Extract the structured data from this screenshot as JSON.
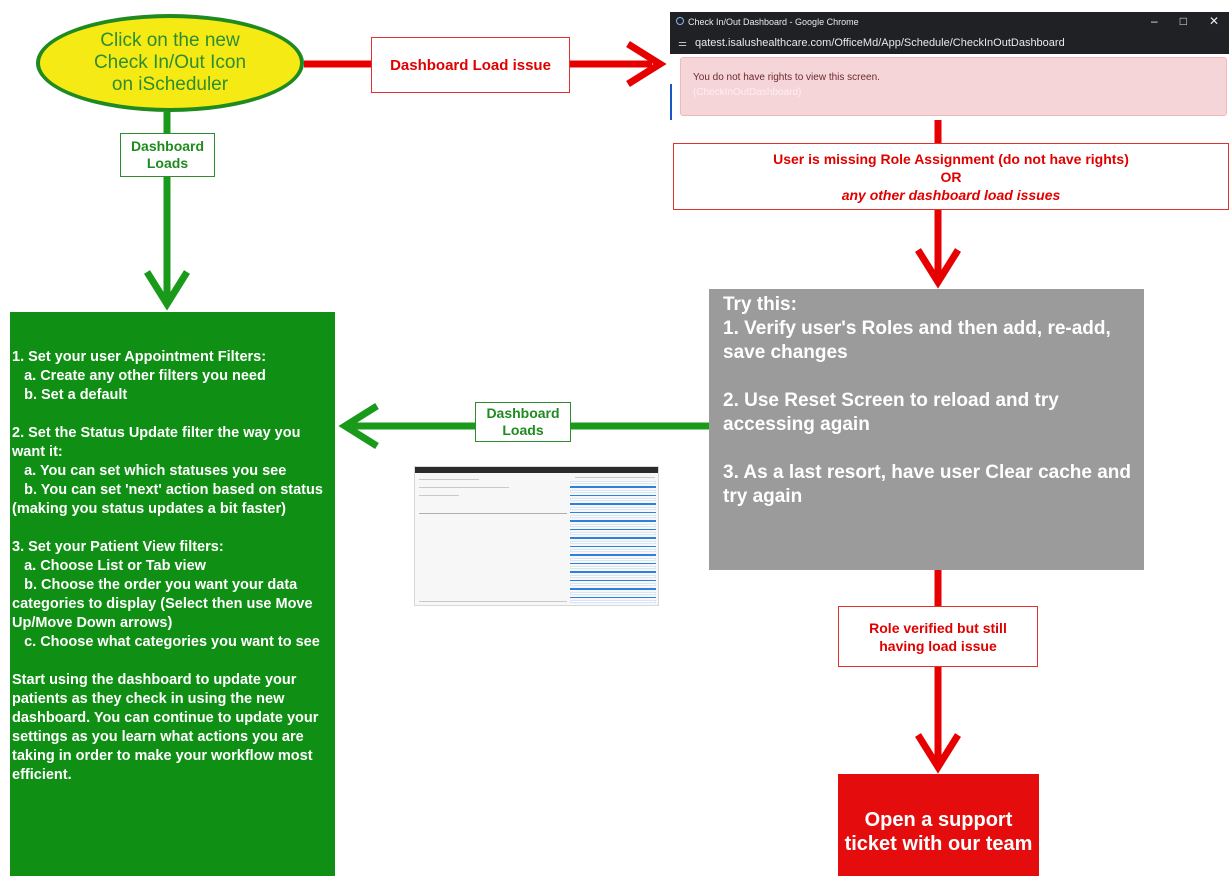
{
  "start_node": {
    "text": "Click on the new\nCheck In/Out Icon\non iScheduler"
  },
  "labels": {
    "dashboard_load_issue": "Dashboard Load issue",
    "dashboard_loads_top": "Dashboard\nLoads",
    "dashboard_loads_mid": "Dashboard\nLoads",
    "missing_role_line1": "User is missing Role Assignment (do not have rights)",
    "missing_role_line2": "OR",
    "missing_role_line3": "any other dashboard load issues",
    "role_verified": "Role verified but still\nhaving load issue"
  },
  "browser": {
    "window_title": "Check In/Out Dashboard - Google Chrome",
    "url": "qatest.isalushealthcare.com/OfficeMd/App/Schedule/CheckInOutDashboard",
    "alert_text": "You do not have rights to view this screen.",
    "alert_subtext": "(CheckInOutDashboard)",
    "controls": [
      "–",
      "□",
      "✕"
    ]
  },
  "green_panel": {
    "paragraphs": [
      "1. Set your user Appointment Filters:\n   a. Create any other filters you need\n   b. Set a default",
      "2. Set the Status Update filter the way you want it:\n   a. You can set which statuses you see\n   b. You can set 'next' action based on status (making you status updates a bit faster)",
      "3. Set your Patient View filters:\n   a. Choose List or Tab view\n   b. Choose the order you want your data categories to display (Select then use Move Up/Move Down arrows)\n   c. Choose what categories you want to see",
      "Start using the dashboard to update your patients as they check in using the new dashboard. You can continue to update your settings as you learn what actions you are taking in order to make your workflow most efficient."
    ]
  },
  "gray_panel": {
    "heading": "Try this:",
    "steps": [
      "1. Verify user's Roles and then add, re-add, save changes",
      "2. Use Reset Screen to reload and try accessing again",
      "3. As a last resort, have user Clear cache and try again"
    ]
  },
  "red_panel": {
    "text": "Open a support\nticket with our team"
  },
  "colors": {
    "red_arrow": "#e60000",
    "green_arrow": "#1a9a1a",
    "oval_fill": "#f5ea14",
    "green_panel": "#0f8f14",
    "gray_panel": "#9b9b9b",
    "red_panel": "#e40c0c"
  }
}
